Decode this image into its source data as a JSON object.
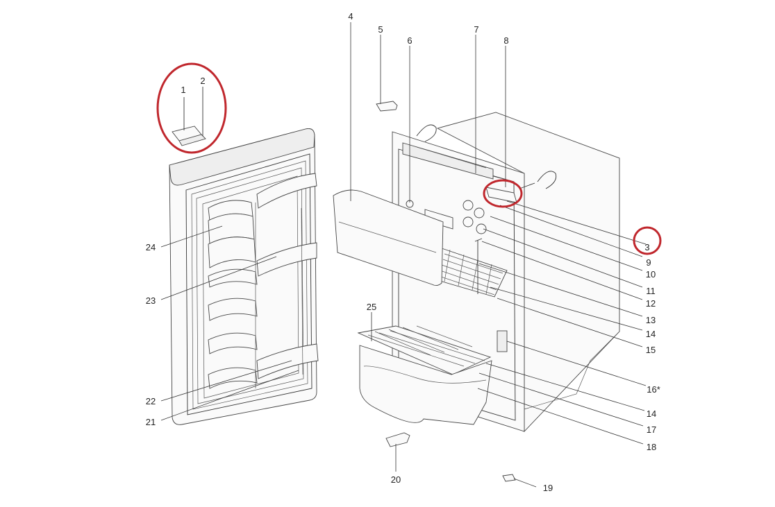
{
  "callouts": {
    "c1": "1",
    "c2": "2",
    "c3": "3",
    "c4": "4",
    "c5": "5",
    "c6": "6",
    "c7": "7",
    "c8": "8",
    "c9": "9",
    "c10": "10",
    "c11": "11",
    "c12": "12",
    "c13": "13",
    "c14a": "14",
    "c14b": "14",
    "c15": "15",
    "c16": "16*",
    "c17": "17",
    "c18": "18",
    "c19": "19",
    "c20": "20",
    "c21": "21",
    "c22": "22",
    "c23": "23",
    "c24": "24",
    "c25": "25"
  },
  "highlight_color": "#c0272d"
}
